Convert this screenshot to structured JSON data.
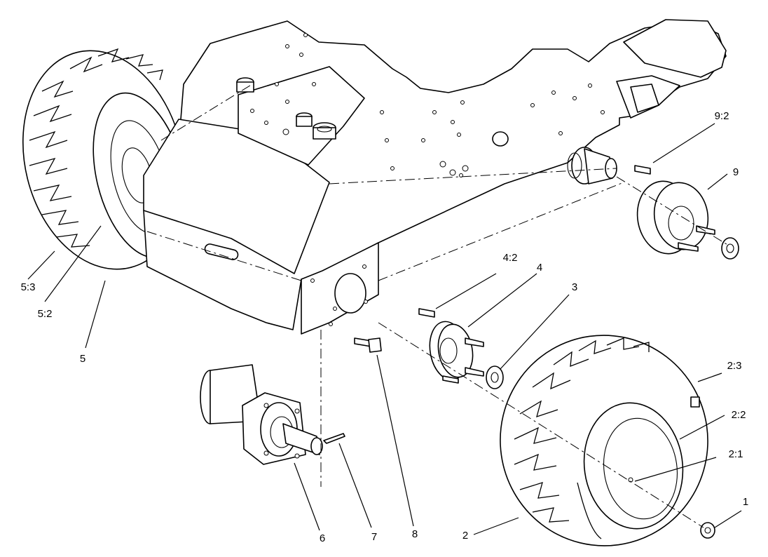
{
  "diagram": {
    "callouts": [
      {
        "id": "c-9-2",
        "text": "9:2"
      },
      {
        "id": "c-9",
        "text": "9"
      },
      {
        "id": "c-4-2",
        "text": "4:2"
      },
      {
        "id": "c-4",
        "text": "4"
      },
      {
        "id": "c-3",
        "text": "3"
      },
      {
        "id": "c-2-3",
        "text": "2:3"
      },
      {
        "id": "c-2-2",
        "text": "2:2"
      },
      {
        "id": "c-2-1",
        "text": "2:1"
      },
      {
        "id": "c-1",
        "text": "1"
      },
      {
        "id": "c-2",
        "text": "2"
      },
      {
        "id": "c-8",
        "text": "8"
      },
      {
        "id": "c-7",
        "text": "7"
      },
      {
        "id": "c-6",
        "text": "6"
      },
      {
        "id": "c-5",
        "text": "5"
      },
      {
        "id": "c-5-2",
        "text": "5:2"
      },
      {
        "id": "c-5-3",
        "text": "5:3"
      }
    ]
  }
}
